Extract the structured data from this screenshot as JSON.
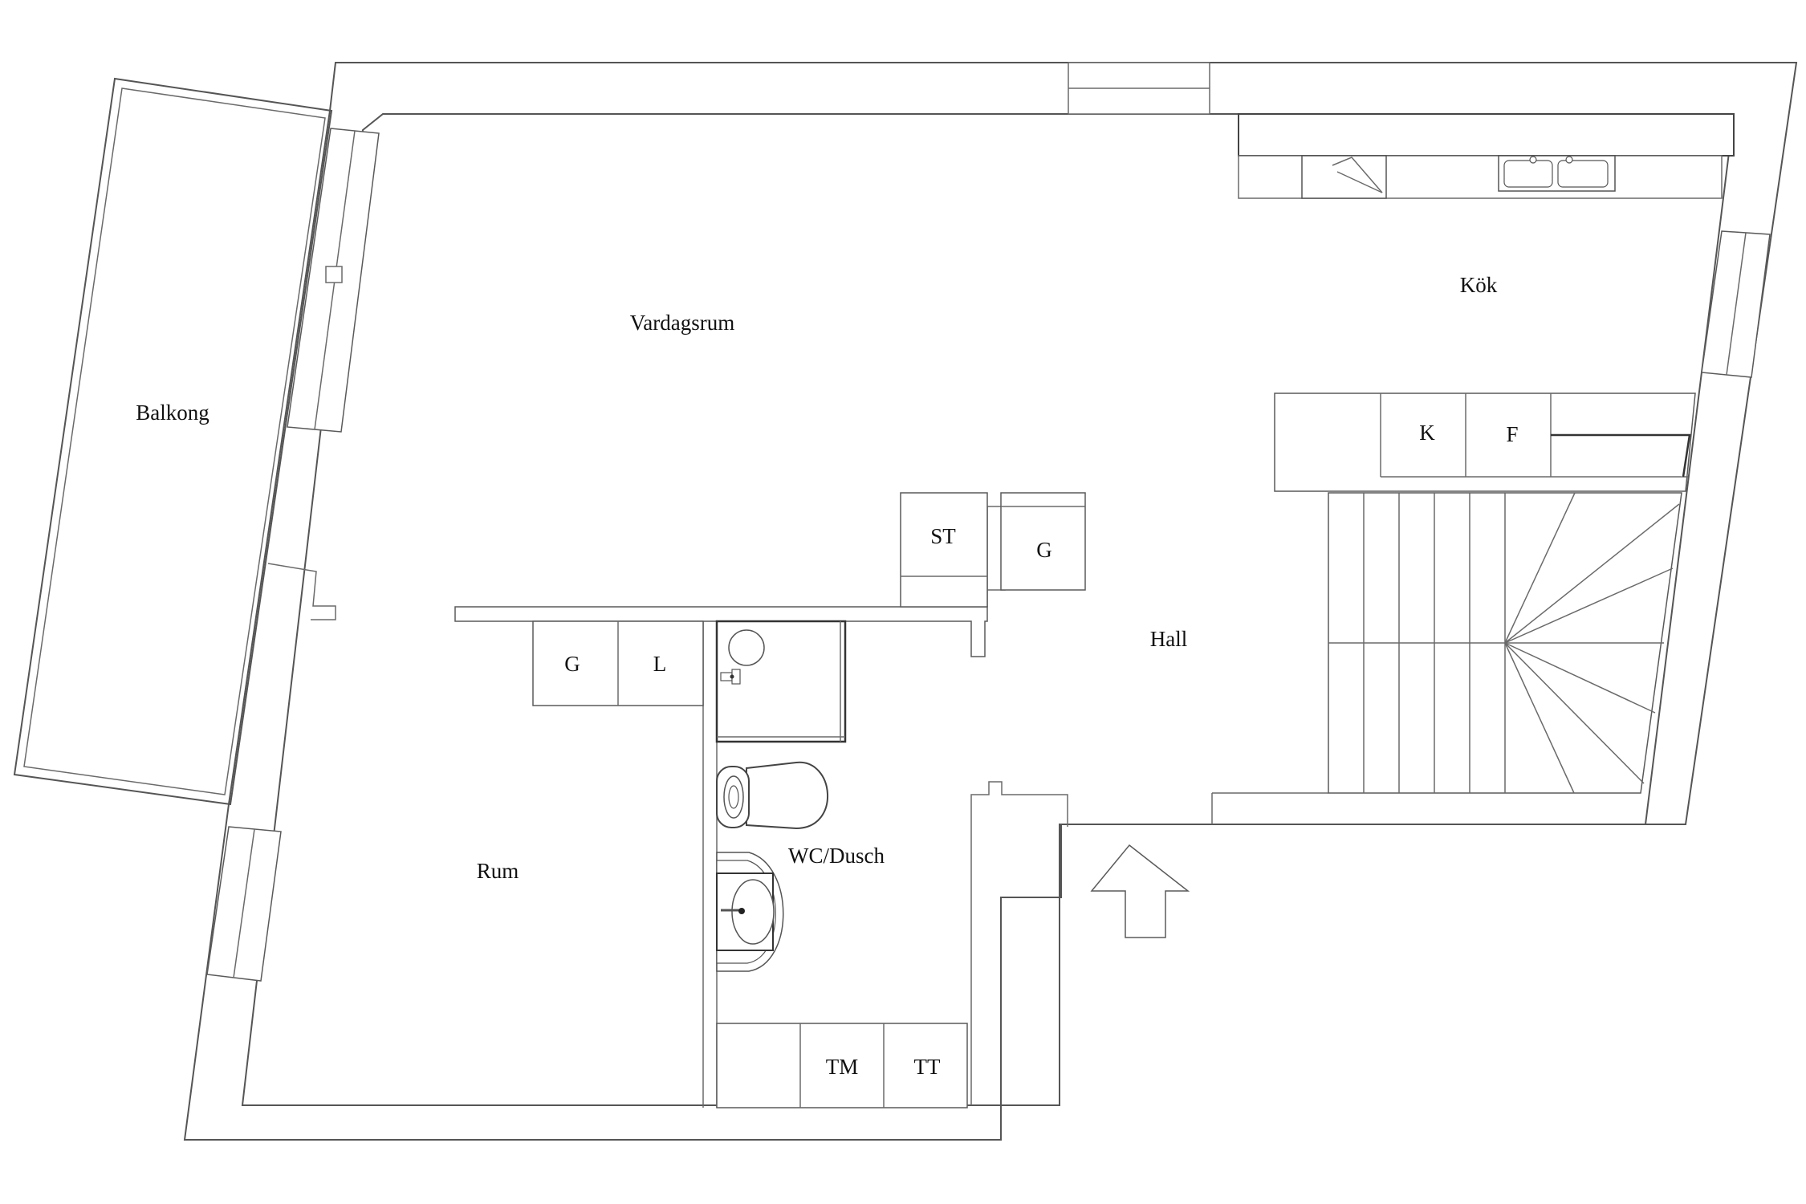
{
  "rooms": {
    "balkong": "Balkong",
    "vardagsrum": "Vardagsrum",
    "kok": "Kök",
    "hall": "Hall",
    "rum": "Rum",
    "wc_dusch": "WC/Dusch"
  },
  "closets": {
    "st": "ST",
    "g_hall": "G",
    "g_rum": "G",
    "l": "L",
    "tm": "TM",
    "tt": "TT"
  },
  "appliances": {
    "k": "K",
    "f": "F"
  },
  "colors": {
    "wall": "#555555",
    "text": "#111111",
    "background": "#ffffff"
  },
  "icons": {
    "entrance": "entrance-arrow-icon",
    "stairs": "staircase-icon",
    "sink": "kitchen-sink-icon",
    "toilet": "toilet-icon",
    "basin": "wash-basin-icon",
    "shower": "shower-icon"
  }
}
